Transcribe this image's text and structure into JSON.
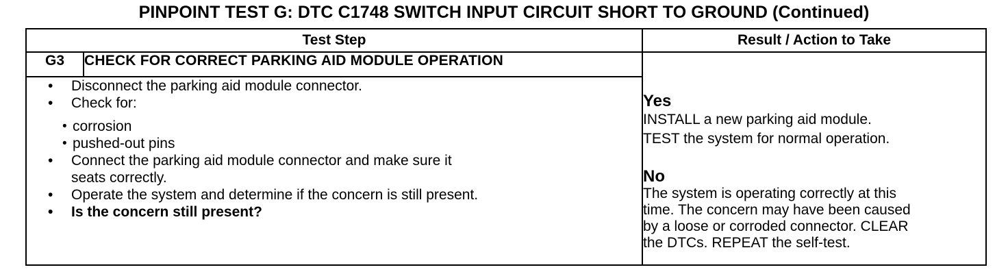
{
  "page": {
    "title": "PINPOINT TEST  G: DTC C1748 SWITCH INPUT CIRCUIT SHORT TO GROUND (Continued)"
  },
  "table": {
    "header_step": "Test Step",
    "header_result": "Result / Action to Take",
    "step_id": "G3",
    "step_title": "CHECK FOR CORRECT PARKING AID MODULE OPERATION",
    "bullet_glyph": "•",
    "instructions": {
      "b1": "Disconnect the parking aid module connector.",
      "b2": "Check for:",
      "sub1": "corrosion",
      "sub2": "pushed-out pins",
      "b3_line1": "Connect the parking aid module connector and make sure it",
      "b3_line2": "seats correctly.",
      "b4": "Operate the system and determine if the concern is still present.",
      "b5": "Is the concern still present?"
    },
    "result": {
      "yes_label": "Yes",
      "yes_line1": "INSTALL a new parking aid module.",
      "yes_line2": "TEST the system for normal operation.",
      "no_label": "No",
      "no_line1": "The system is operating correctly at this",
      "no_line2": "time. The concern may have been caused",
      "no_line3": "by a loose or corroded connector. CLEAR",
      "no_line4": "the DTCs. REPEAT the self-test."
    }
  }
}
